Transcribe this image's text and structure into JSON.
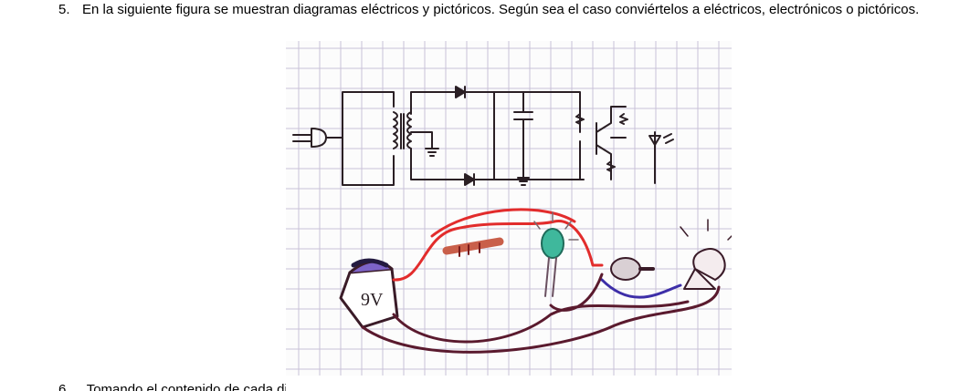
{
  "question": {
    "number": "5.",
    "text": "En la siguiente figura se muestran diagramas eléctricos y pictóricos. Según sea el caso conviértelos a eléctricos, electrónicos o pictóricos."
  },
  "figure": {
    "battery_label": "9V"
  },
  "next_question": {
    "number": "6.",
    "text": "Tomando el contenido de cada diagrama propuesto en eléctrico y pictórico, contesta cada"
  }
}
